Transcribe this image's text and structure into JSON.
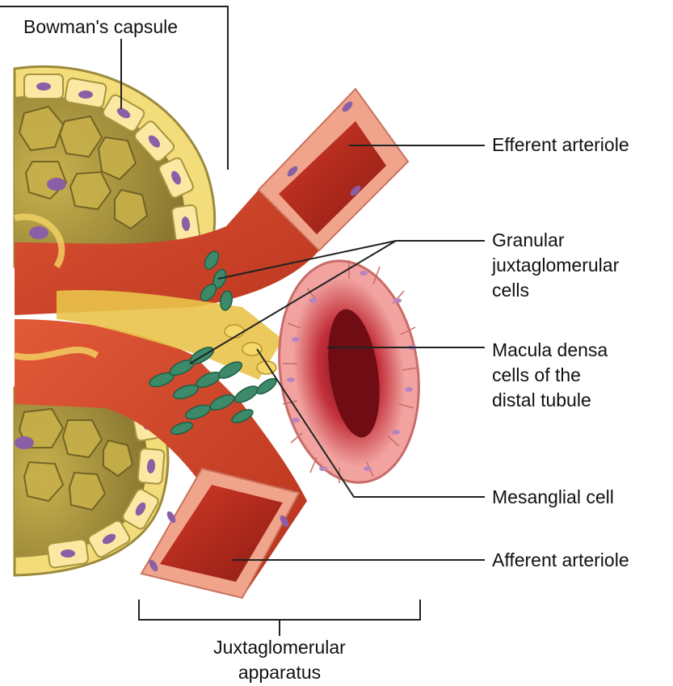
{
  "labels": {
    "bowmans_capsule": "Bowman's capsule",
    "efferent_arteriole": "Efferent arteriole",
    "granular_cells": "Granular\njuxtaglomerular\ncells",
    "macula_densa": "Macula densa\ncells of the\ndistal tubule",
    "mesanglial_cell": "Mesanglial cell",
    "afferent_arteriole": "Afferent arteriole",
    "jga": "Juxtaglomerular\napparatus"
  },
  "colors": {
    "capsule_yellow": "#f3dc7a",
    "capsule_dark": "#9c8a3c",
    "glomerulus_olive": "#a38f3a",
    "vessel_red": "#d9472a",
    "vessel_lumen": "#b8261a",
    "vessel_wall": "#f0a48c",
    "tubule_pink": "#f2a3a0",
    "tubule_lumen": "#a31a1f",
    "granular_green": "#3c8a6a",
    "mesangial_yellow": "#e9c34a",
    "nucleus_purple": "#8a5fa6",
    "leader_line": "#222222"
  }
}
